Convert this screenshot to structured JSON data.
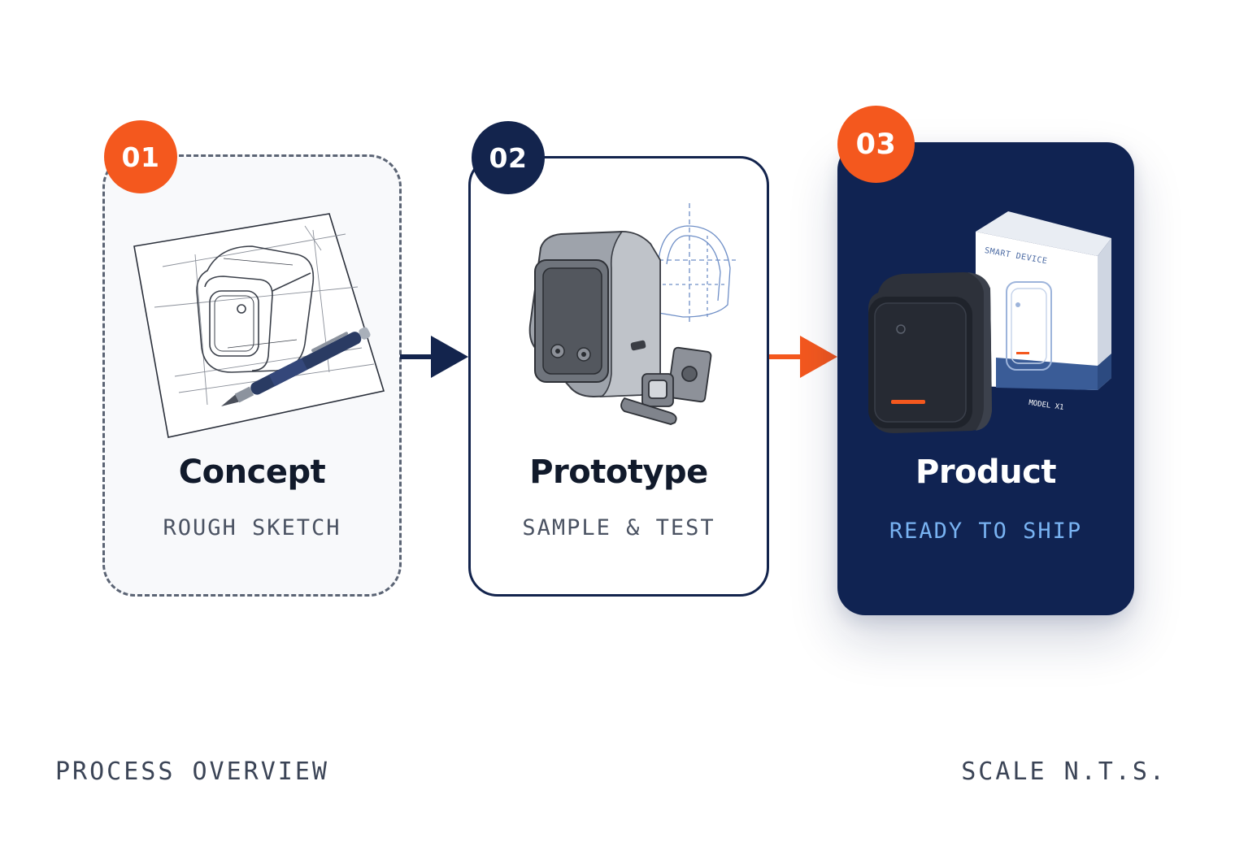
{
  "steps": [
    {
      "number": "01",
      "title": "Concept",
      "subtitle": "ROUGH SKETCH"
    },
    {
      "number": "02",
      "title": "Prototype",
      "subtitle": "SAMPLE & TEST"
    },
    {
      "number": "03",
      "title": "Product",
      "subtitle": "READY TO SHIP"
    }
  ],
  "box_label": {
    "top": "SMART DEVICE",
    "bottom": "MODEL X1"
  },
  "footer": {
    "left": "PROCESS OVERVIEW",
    "right": "SCALE N.T.S."
  },
  "colors": {
    "accent": "#f4581e",
    "navy": "#13244d",
    "product_bg": "#102352",
    "ship_text": "#79b3f2"
  }
}
